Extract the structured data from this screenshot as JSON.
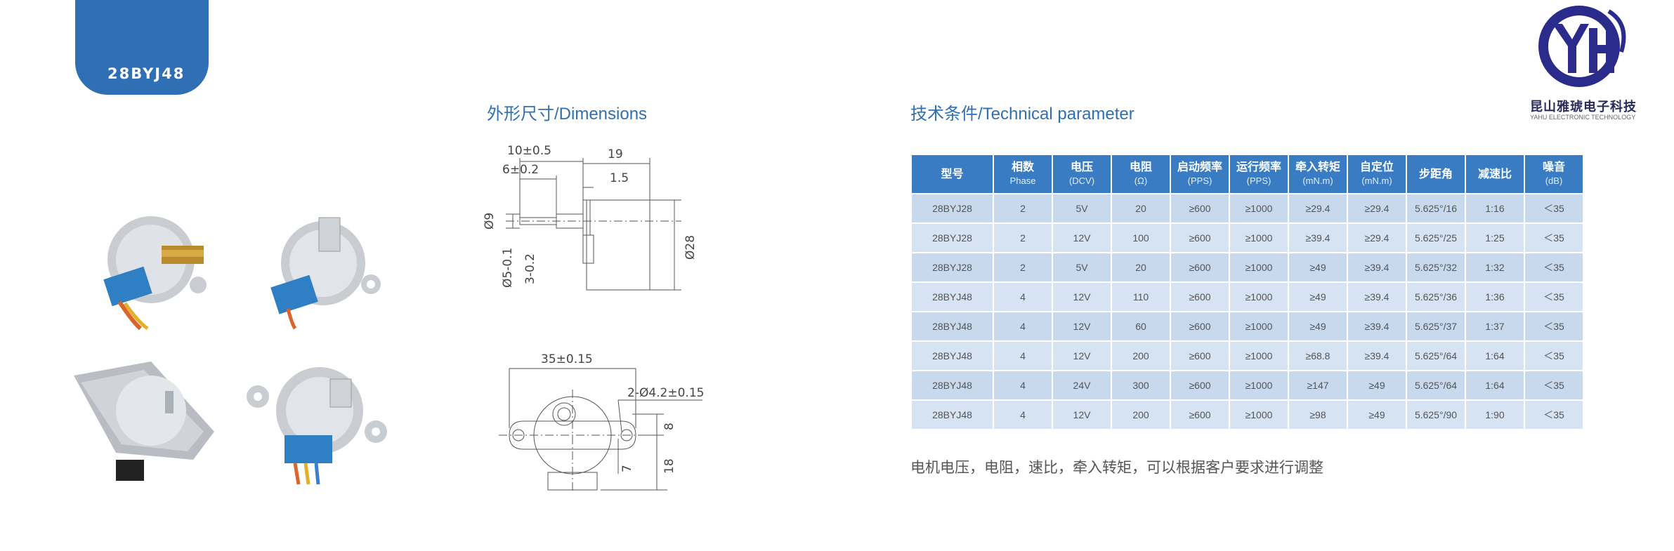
{
  "model_tab": "28BYJ48",
  "logo": {
    "name_cn": "昆山雅琥电子科技",
    "name_en": "YAHU ELECTRONIC TECHNOLOGY",
    "mark": "YH"
  },
  "dimensions": {
    "title": "外形尺寸/Dimensions",
    "side_labels": [
      "10±0.5",
      "6±0.2",
      "19",
      "1.5",
      "Ø9",
      "Ø28",
      "Ø5-0.1",
      "3-0.2"
    ],
    "front_labels": [
      "35±0.15",
      "2-Ø4.2±0.15",
      "8",
      "18",
      "7"
    ]
  },
  "technical": {
    "title": "技术条件/Technical parameter",
    "columns": [
      {
        "label": "型号",
        "sub": ""
      },
      {
        "label": "相数",
        "sub": "Phase"
      },
      {
        "label": "电压",
        "sub": "(DCV)"
      },
      {
        "label": "电阻",
        "sub": "(Ω)"
      },
      {
        "label": "启动频率",
        "sub": "(PPS)"
      },
      {
        "label": "运行频率",
        "sub": "(PPS)"
      },
      {
        "label": "牵入转矩",
        "sub": "(mN.m)"
      },
      {
        "label": "自定位",
        "sub": "(mN.m)"
      },
      {
        "label": "步距角",
        "sub": ""
      },
      {
        "label": "减速比",
        "sub": ""
      },
      {
        "label": "噪音",
        "sub": "(dB)"
      }
    ],
    "rows": [
      [
        "28BYJ28",
        "2",
        "5V",
        "20",
        "≥600",
        "≥1000",
        "≥29.4",
        "≥29.4",
        "5.625°/16",
        "1:16",
        "＜35"
      ],
      [
        "28BYJ28",
        "2",
        "12V",
        "100",
        "≥600",
        "≥1000",
        "≥39.4",
        "≥29.4",
        "5.625°/25",
        "1:25",
        "＜35"
      ],
      [
        "28BYJ28",
        "2",
        "5V",
        "20",
        "≥600",
        "≥1000",
        "≥49",
        "≥39.4",
        "5.625°/32",
        "1:32",
        "＜35"
      ],
      [
        "28BYJ48",
        "4",
        "12V",
        "110",
        "≥600",
        "≥1000",
        "≥49",
        "≥39.4",
        "5.625°/36",
        "1:36",
        "＜35"
      ],
      [
        "28BYJ48",
        "4",
        "12V",
        "60",
        "≥600",
        "≥1000",
        "≥49",
        "≥39.4",
        "5.625°/37",
        "1:37",
        "＜35"
      ],
      [
        "28BYJ48",
        "4",
        "12V",
        "200",
        "≥600",
        "≥1000",
        "≥68.8",
        "≥39.4",
        "5.625°/64",
        "1:64",
        "＜35"
      ],
      [
        "28BYJ48",
        "4",
        "24V",
        "300",
        "≥600",
        "≥1000",
        "≥147",
        "≥49",
        "5.625°/64",
        "1:64",
        "＜35"
      ],
      [
        "28BYJ48",
        "4",
        "12V",
        "200",
        "≥600",
        "≥1000",
        "≥98",
        "≥49",
        "5.625°/90",
        "1:90",
        "＜35"
      ]
    ],
    "note": "电机电压，电阻，速比，牵入转矩，可以根据客户要求进行调整"
  },
  "colors": {
    "accent": "#2f6fb3",
    "header": "#3a7cc4",
    "cell": "#c8d9ee",
    "cell_alt": "#d6e3f2"
  }
}
